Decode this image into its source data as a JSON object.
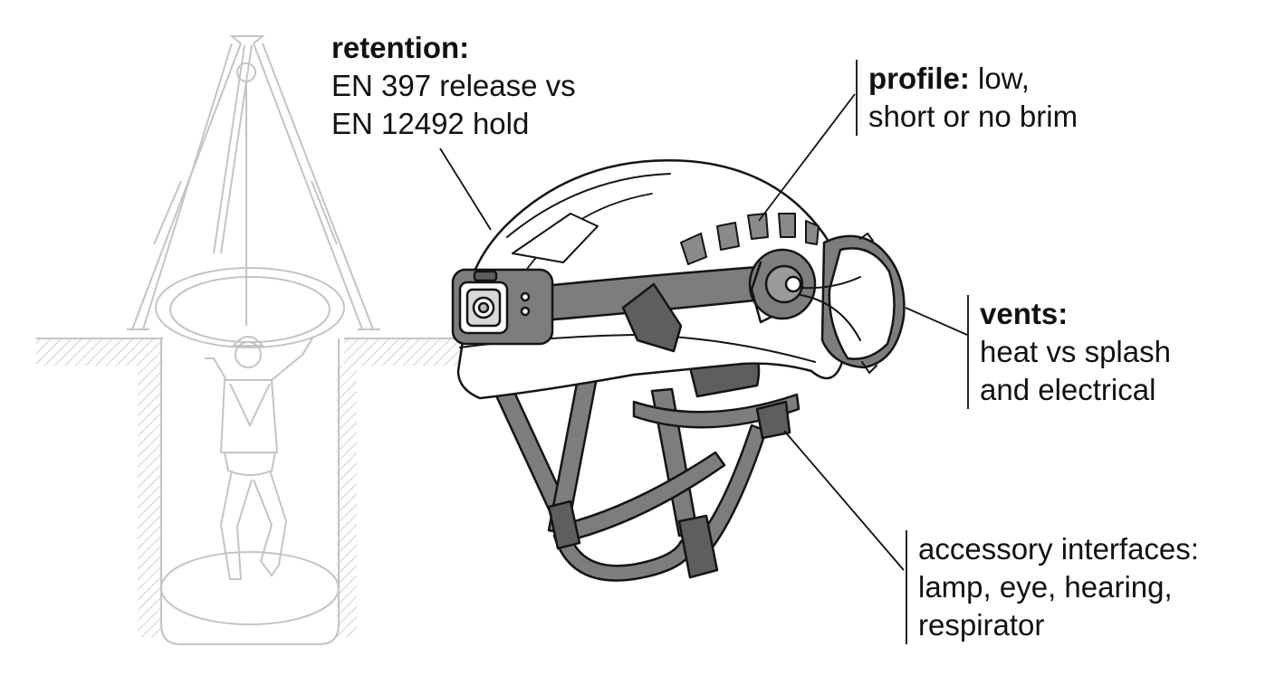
{
  "callouts": {
    "retention": {
      "heading": "retention:",
      "lines": [
        "EN 397 release vs",
        "EN 12492 hold"
      ]
    },
    "profile": {
      "heading": "profile:",
      "rest": " low,",
      "lines": [
        "short or no brim"
      ]
    },
    "vents": {
      "heading": "vents:",
      "lines": [
        "heat vs splash",
        "and electrical"
      ]
    },
    "accessory": {
      "lines": [
        "accessory interfaces:",
        "lamp, eye, hearing,",
        "respirator"
      ]
    }
  },
  "colors": {
    "ink": "#111111",
    "strap": "#7d7d7d",
    "strap_dark": "#5e5e5e",
    "shell": "#ffffff",
    "background_scene": "#bdbdbd"
  }
}
